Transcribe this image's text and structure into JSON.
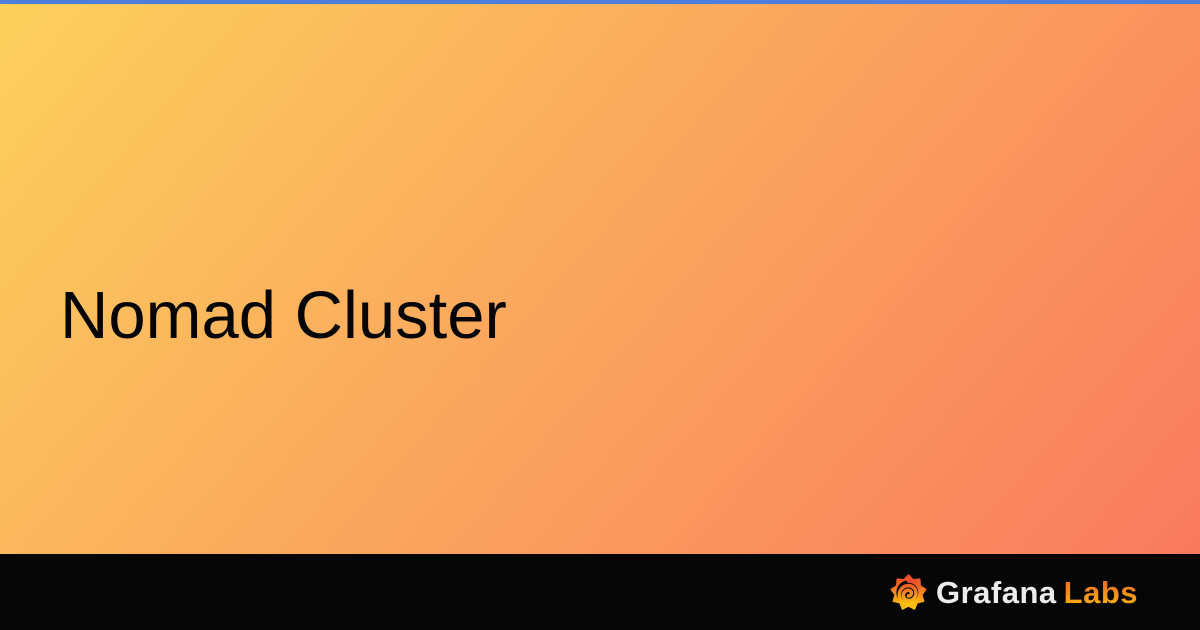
{
  "card": {
    "title": "Nomad Cluster"
  },
  "footer": {
    "brand_name": "Grafana",
    "brand_suffix": "Labs",
    "logo_icon": "grafana-flame-spiral-icon"
  },
  "colors": {
    "top_accent": "#4d7edb",
    "gradient_start": "#fcd05c",
    "gradient_end": "#f97a5f",
    "title_text": "#050505",
    "footer_background": "#060607",
    "brand_name_text": "#ececec",
    "labs_gradient_top": "#ef6c24",
    "labs_gradient_bottom": "#fcae14",
    "logo_gradient_top": "#ef472c",
    "logo_gradient_mid": "#f78b1f",
    "logo_gradient_bottom": "#fcc310"
  }
}
